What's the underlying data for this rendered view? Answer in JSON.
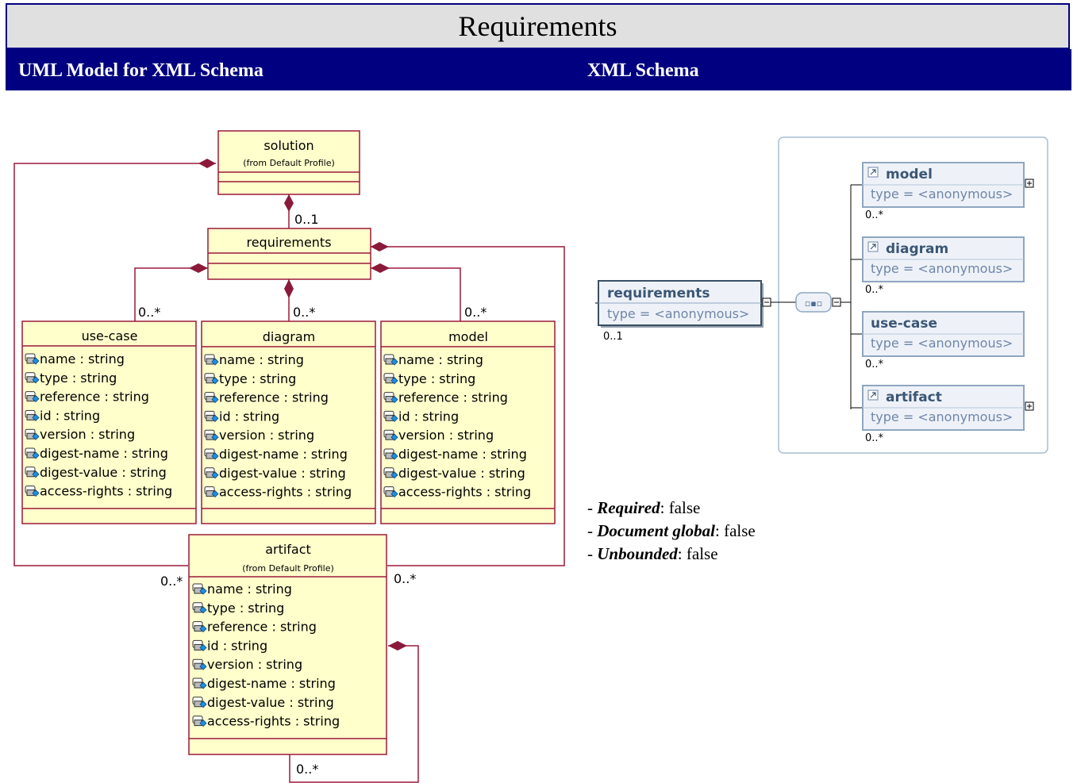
{
  "page": {
    "title": "Requirements",
    "left_header": "UML Model for XML Schema",
    "right_header": "XML Schema"
  },
  "uml": {
    "attr_icon": "attribute-lock-icon",
    "classes": {
      "solution": {
        "name": "solution",
        "stereotype": "(from Default Profile)"
      },
      "requirements": {
        "name": "requirements"
      },
      "use_case": {
        "name": "use-case"
      },
      "diagram": {
        "name": "diagram"
      },
      "model": {
        "name": "model"
      },
      "artifact": {
        "name": "artifact",
        "stereotype": "(from Default Profile)"
      }
    },
    "attributes": [
      "name : string",
      "type : string",
      "reference : string",
      "id : string",
      "version : string",
      "digest-name : string",
      "digest-value : string",
      "access-rights : string"
    ],
    "multiplicities": {
      "requirements_in_solution": "0..1",
      "use_case": "0..*",
      "diagram": "0..*",
      "model": "0..*",
      "artifact_left": "0..*",
      "artifact_right": "0..*",
      "artifact_self": "0..*"
    }
  },
  "xsd": {
    "root": {
      "name": "requirements",
      "type": "type = <anonymous>",
      "occurs": "0..1"
    },
    "compositor_icon": "sequence-icon",
    "children": [
      {
        "name": "model",
        "type": "type = <anonymous>",
        "occurs": "0..*"
      },
      {
        "name": "diagram",
        "type": "type = <anonymous>",
        "occurs": "0..*"
      },
      {
        "name": "use-case",
        "type": "type = <anonymous>",
        "occurs": "0..*"
      },
      {
        "name": "artifact",
        "type": "type = <anonymous>",
        "occurs": "0..*"
      }
    ]
  },
  "properties": [
    {
      "label": "Required",
      "value": "false"
    },
    {
      "label": "Document global",
      "value": "false"
    },
    {
      "label": "Unbounded",
      "value": "false"
    }
  ],
  "colors": {
    "header_bg": "#000080",
    "title_bg": "#e0e0e0",
    "class_fill": "#ffffcc",
    "class_border": "#9b1a3a",
    "diamond": "#8b1a3a",
    "xsd_border": "#7f9fc0",
    "xsd_name": "#3b5675",
    "xsd_type": "#6f86a8"
  }
}
